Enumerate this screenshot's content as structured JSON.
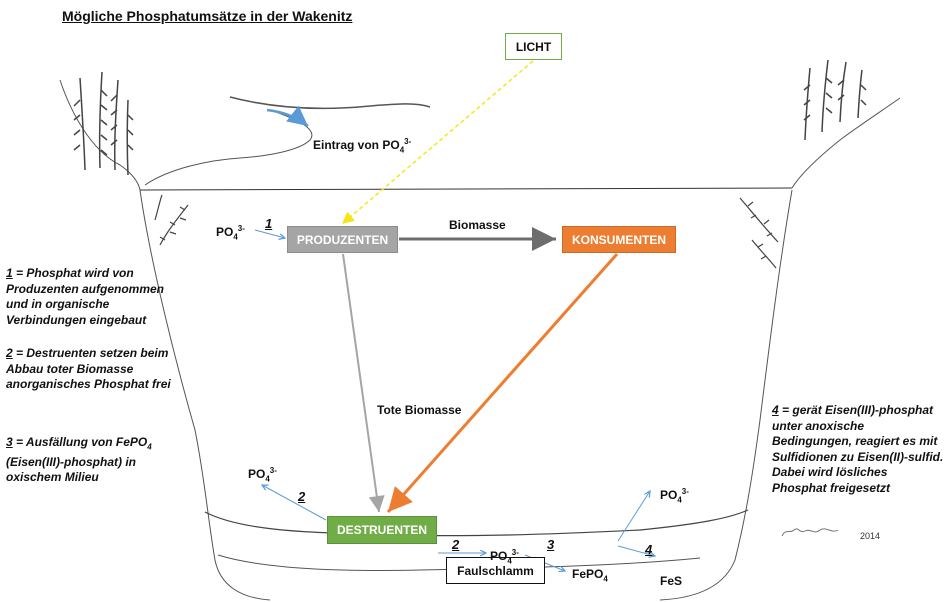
{
  "title": "Mögliche Phosphatumsätze  in der Wakenitz",
  "boxes": {
    "licht": "LICHT",
    "produzenten": "PRODUZENTEN",
    "konsumenten": "KONSUMENTEN",
    "destruenten": "DESTRUENTEN",
    "faulschlamm": "Faulschlamm"
  },
  "labels": {
    "eintrag": "Eintrag von PO",
    "biomasse": "Biomasse",
    "tote_biomasse": "Tote Biomasse",
    "po4": "PO",
    "po4_sub": "4",
    "po4_sup": "3-",
    "fepo4": "FePO",
    "fepo4_sub": "4",
    "fes": "FeS"
  },
  "step_numbers": [
    "1",
    "2",
    "2",
    "3",
    "4"
  ],
  "notes": {
    "n1_num": "1",
    "n1_text": " = Phosphat wird von Produzenten aufgenommen und in organische Verbindungen eingebaut",
    "n2_num": "2",
    "n2_text": " = Destruenten setzen beim Abbau toter Biomasse anorganisches Phosphat frei",
    "n3_num": "3",
    "n3_text_a": " = Ausfällung von FePO",
    "n3_sub": "4",
    "n3_text_b": " (Eisen(III)-phosphat) in oxischem Milieu",
    "n4_num": "4",
    "n4_text": " = gerät  Eisen(III)-phosphat unter anoxische Bedingungen, reagiert es mit Sulfidionen zu Eisen(II)-sulfid. Dabei wird lösliches Phosphat freigesetzt"
  },
  "signature_year": "2014",
  "colors": {
    "licht_arrow": "#f5e61a",
    "produzenten": "#a5a5a5",
    "konsumenten": "#ed7d31",
    "destruenten": "#70ad47",
    "phosphate_arrow": "#5b9bd5",
    "biomass_arrow": "#6d6d6d",
    "dead_biomass_arrow": "#a5a5a5"
  }
}
